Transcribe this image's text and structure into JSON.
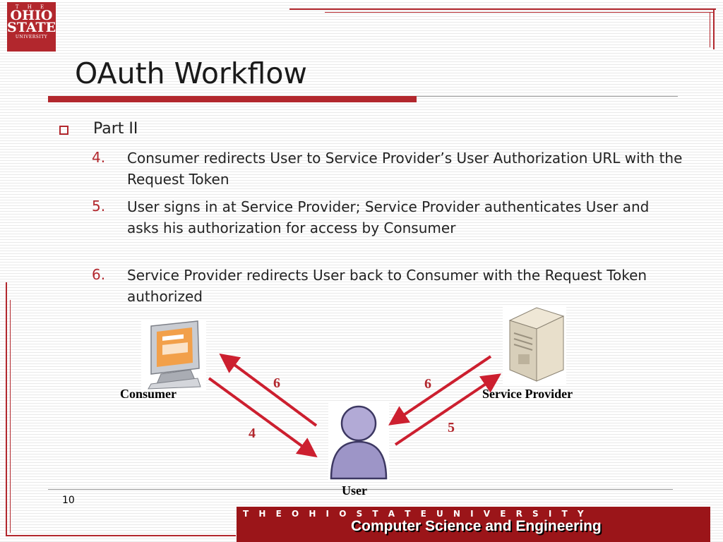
{
  "logo": {
    "line1": "T H E",
    "line2": "OHIO",
    "line3": "STATE",
    "line4": "UNIVERSITY"
  },
  "slide": {
    "title": "OAuth Workflow",
    "section": "Part II",
    "items": [
      {
        "num": "4.",
        "text": "Consumer redirects User to Service Provider’s User Authorization URL with the Request Token"
      },
      {
        "num": "5.",
        "text": "User signs in at Service Provider; Service Provider authenticates User and asks his authorization for access by Consumer"
      },
      {
        "num": "6.",
        "text": "Service Provider redirects User back to Consumer with the Request Token authorized"
      }
    ]
  },
  "diagram": {
    "consumer_label": "Consumer",
    "provider_label": "Service Provider",
    "user_label": "User",
    "steps": {
      "consumer_return": "6",
      "provider_return": "6",
      "to_user": "4",
      "to_provider": "5"
    },
    "arrow_color": "#cc1f2f"
  },
  "footer": {
    "page_number": "10",
    "university": "T H E  O H I O  S T A T E  U N I V E R S I T Y",
    "department": "Computer Science and Engineering"
  },
  "colors": {
    "accent": "#b2272d",
    "footer_bg": "#9b1519"
  }
}
